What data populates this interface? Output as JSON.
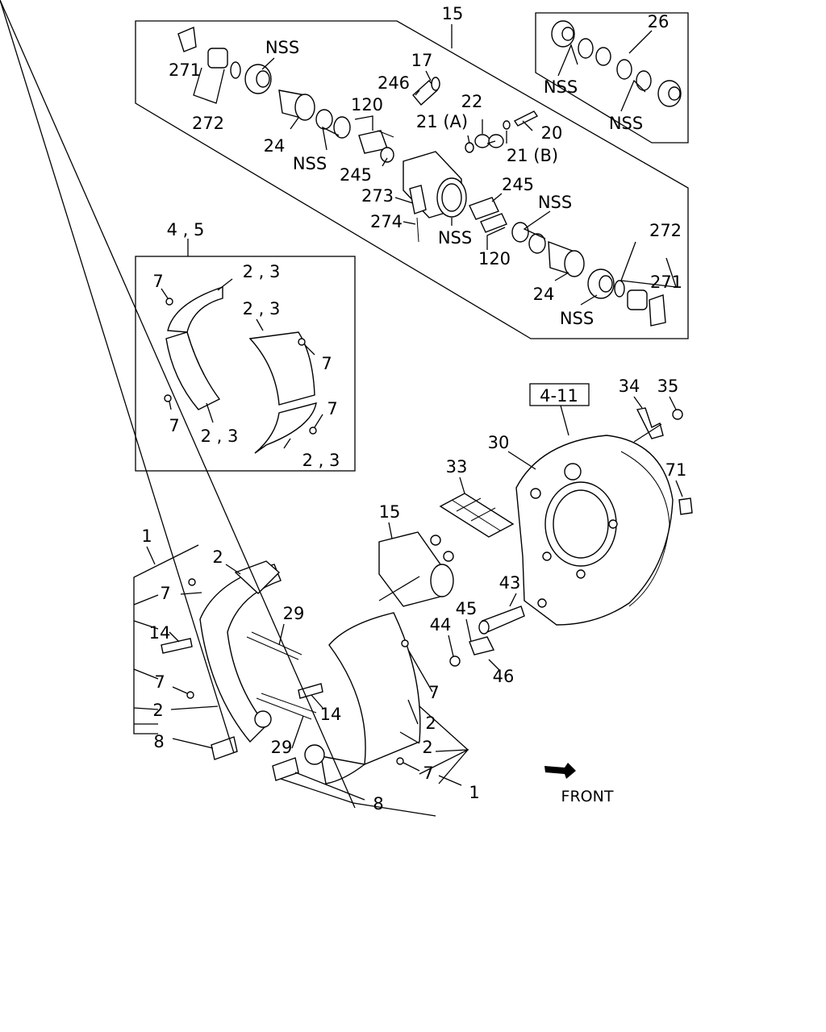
{
  "labels": {
    "wheel_cylinder_assy": "15",
    "wheel_cylinder": "15",
    "bleeder_kit": "26",
    "bleeder_screw": "17",
    "bleeder_cap": "246",
    "boot_retainer_upper": "271",
    "boot_retainer_lower": "271",
    "boot_upper": "272",
    "boot_lower": "272",
    "piston_upper": "24",
    "piston_lower": "24",
    "adjuster_upper": "120",
    "adjuster_lower": "120",
    "spring_upper": "245",
    "spring_lower": "245",
    "washer_a": "21 (A)",
    "washer_b": "21 (B)",
    "union": "22",
    "union_bolt": "20",
    "clip": "273",
    "clip_bolt": "274",
    "nss": "NSS",
    "lining_kit": "4 , 5",
    "lining": "2 , 3",
    "rivet": "7",
    "shoe_assy": "1",
    "shoe": "2",
    "pin": "14",
    "bushing": "8",
    "return_spring": "29",
    "back_plate_ref": "4-11",
    "cover": "30",
    "shim": "33",
    "bracket": "34",
    "screw": "35",
    "plug": "71",
    "anchor_pin": "43",
    "anchor_bolt": "44",
    "lock_plate": "45",
    "plate": "46",
    "front": "FRONT"
  }
}
